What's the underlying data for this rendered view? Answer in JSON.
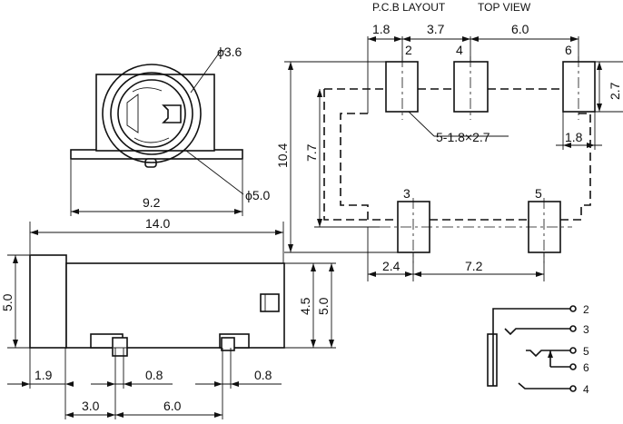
{
  "header": {
    "title_left": "P.C.B LAYOUT",
    "title_right": "TOP VIEW"
  },
  "front_view": {
    "dim_hole": "ϕ3.6",
    "dim_outer": "ϕ5.0",
    "dim_width": "9.2"
  },
  "side_view": {
    "dim_length": "14.0",
    "dim_height_left": "5.0",
    "dim_height_right_a": "4.5",
    "dim_height_right_b": "5.0",
    "dim_1": "1.9",
    "dim_2": "0.8",
    "dim_3": "0.8",
    "dim_4": "3.0",
    "dim_5": "6.0"
  },
  "pcb": {
    "top_dims": [
      "1.8",
      "3.7",
      "6.0"
    ],
    "pad_labels": [
      "2",
      "4",
      "6",
      "3",
      "5"
    ],
    "pad_note": "5-1.8×2.7",
    "dim_pad_height": "2.7",
    "dim_pad_width": "1.8",
    "dim_total_height": "10.4",
    "dim_inner_height": "7.7",
    "bottom_dims": [
      "2.4",
      "7.2"
    ]
  },
  "schematic": {
    "pins": [
      "2",
      "3",
      "5",
      "6",
      "4"
    ]
  }
}
